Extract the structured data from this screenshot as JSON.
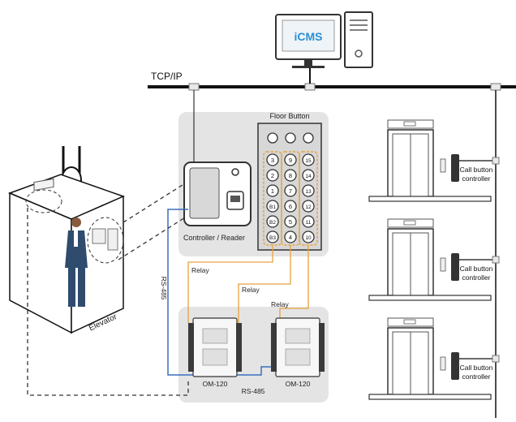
{
  "network": {
    "label": "TCP/IP"
  },
  "server": {
    "logo_text": "iCMS"
  },
  "controller": {
    "label": "Controller / Reader"
  },
  "floor_panel": {
    "title": "Floor Button",
    "columns": [
      [
        "3",
        "2",
        "1",
        "B1",
        "B2",
        "B3"
      ],
      [
        "9",
        "8",
        "7",
        "6",
        "5",
        "4"
      ],
      [
        "15",
        "14",
        "13",
        "12",
        "11",
        "10"
      ]
    ]
  },
  "connections": {
    "relay_label": "Relay",
    "rs485_label": "RS-485"
  },
  "modules": [
    {
      "label": "OM-120"
    },
    {
      "label": "OM-120"
    }
  ],
  "elevator": {
    "label": "Elevator"
  },
  "floors": [
    {
      "call_label": "Call button controller"
    },
    {
      "call_label": "Call button controller"
    },
    {
      "call_label": "Call button controller"
    }
  ],
  "colors": {
    "relay_wire": "#e8a23c",
    "rs485_wire": "#3a6fbf",
    "panel_bg": "#e4e4e4",
    "bus": "#111111"
  }
}
